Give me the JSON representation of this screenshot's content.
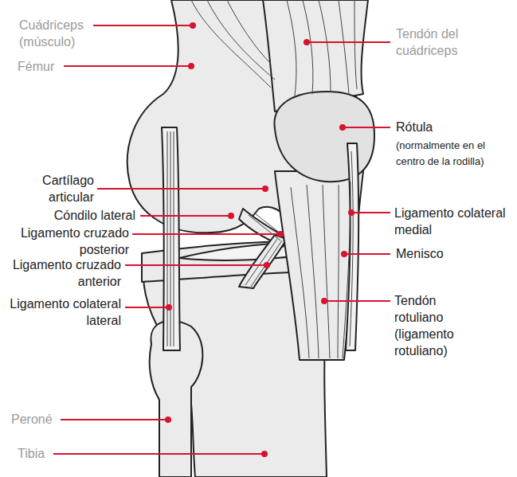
{
  "diagram": {
    "labels": [
      "Cuádriceps (músculo)",
      "Fémur",
      "Tendón del cuádriceps",
      "Rótula",
      "(normalmente en el centro de la rodilla)",
      "Cartílago articular",
      "Cóndilo lateral",
      "Ligamento colateral medial",
      "Ligamento cruzado posterior",
      "Menisco",
      "Ligamento cruzado anterior",
      "Tendón rotuliano (ligamento rotuliano)",
      "Ligamento colateral lateral",
      "Peroné",
      "Tibia"
    ]
  }
}
